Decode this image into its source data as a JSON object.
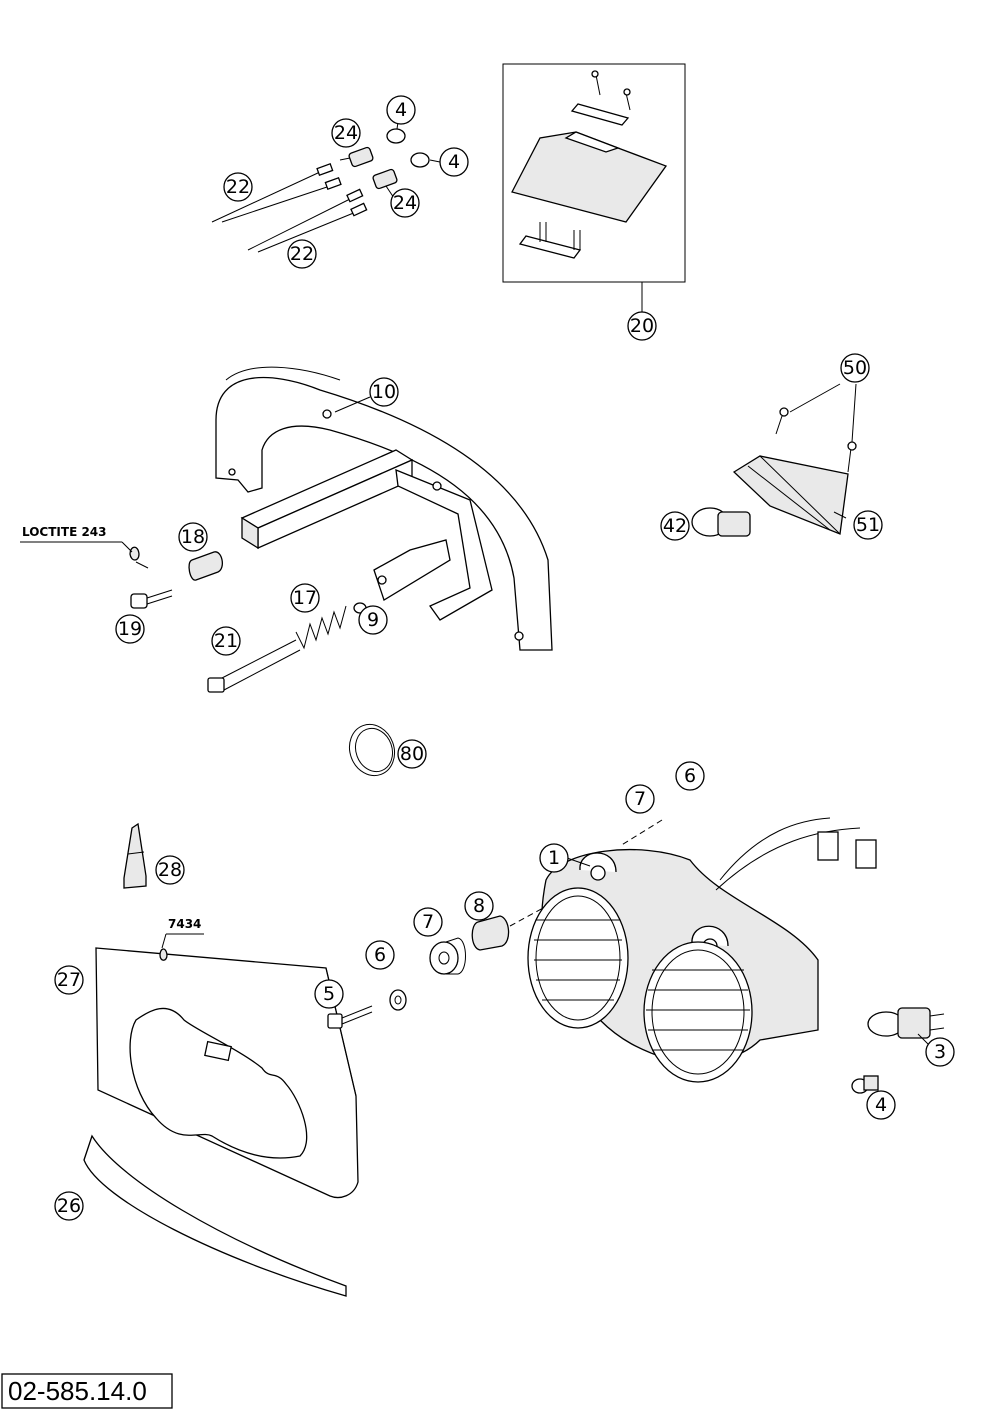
{
  "diagram": {
    "drawing_number": "02-585.14.0",
    "labels": {
      "loctite": "LOCTITE 243",
      "code_7434": "7434"
    },
    "callouts": [
      "1",
      "3",
      "4",
      "4",
      "4",
      "5",
      "6",
      "6",
      "7",
      "7",
      "8",
      "9",
      "10",
      "17",
      "18",
      "19",
      "20",
      "21",
      "22",
      "22",
      "24",
      "24",
      "26",
      "27",
      "28",
      "42",
      "50",
      "51",
      "80"
    ]
  }
}
